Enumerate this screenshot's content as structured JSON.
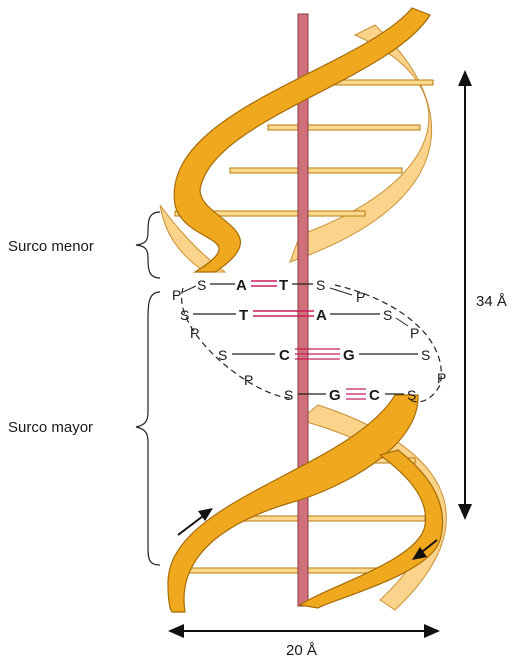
{
  "labels": {
    "minor_groove": "Surco menor",
    "major_groove": "Surco mayor",
    "pitch": "34 Å",
    "width": "20 Å"
  },
  "atoms": {
    "sugar": "S",
    "phosphate": "P"
  },
  "base_pairs": [
    {
      "left": "A",
      "right": "T",
      "hbonds": 2
    },
    {
      "left": "T",
      "right": "A",
      "hbonds": 2
    },
    {
      "left": "C",
      "right": "G",
      "hbonds": 3
    },
    {
      "left": "G",
      "right": "C",
      "hbonds": 3
    }
  ],
  "colors": {
    "backbone_front": "#f0a81e",
    "backbone_back": "#fbd38a",
    "backbone_edge": "#b8790e",
    "axis": "#d0707a",
    "hbond": "#c81e5a",
    "arrow": "#111111"
  }
}
